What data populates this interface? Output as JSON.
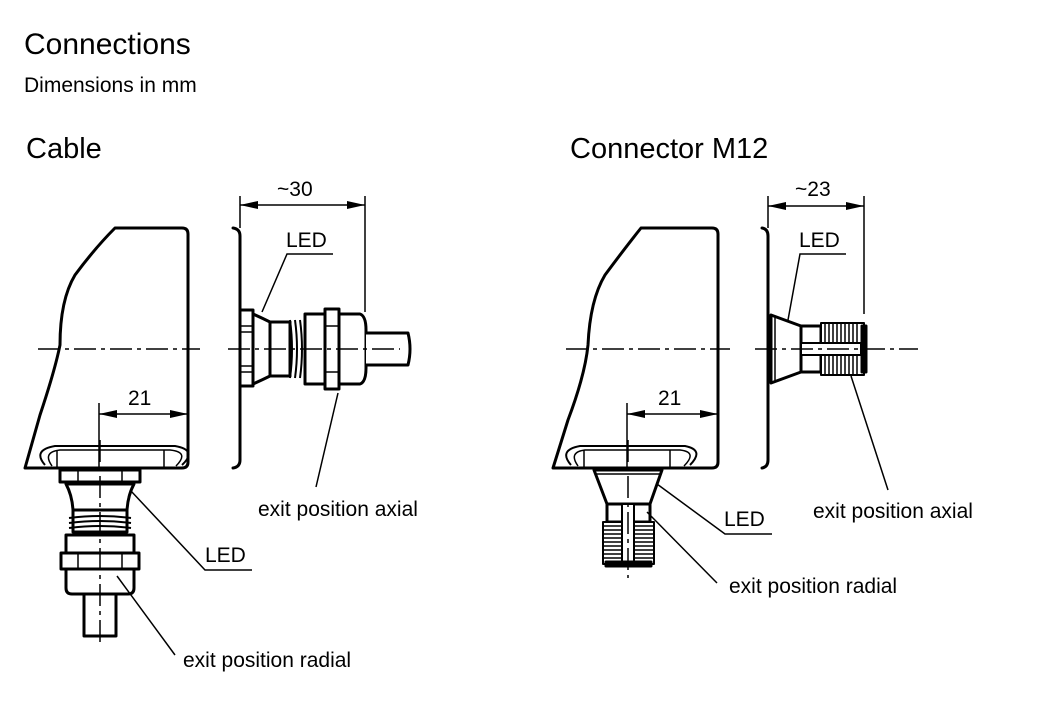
{
  "header": {
    "title": "Connections",
    "subtitle": "Dimensions in mm"
  },
  "sections": [
    {
      "title": "Cable",
      "radial_offset": "21",
      "axial_length": "~30",
      "labels": {
        "led_axial": "LED",
        "led_radial": "LED",
        "exit_axial": "exit position axial",
        "exit_radial": "exit position radial"
      }
    },
    {
      "title": "Connector M12",
      "radial_offset": "21",
      "axial_length": "~23",
      "labels": {
        "led_axial": "LED",
        "led_radial": "LED",
        "exit_axial": "exit position axial",
        "exit_radial": "exit position radial"
      }
    }
  ]
}
